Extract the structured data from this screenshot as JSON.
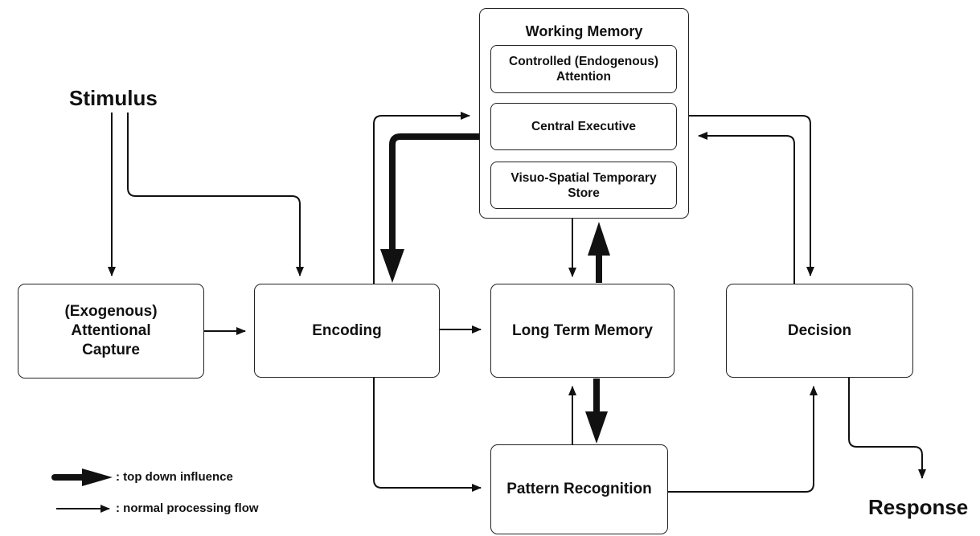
{
  "stimulus": "Stimulus",
  "response": "Response",
  "working_memory": {
    "title": "Working Memory",
    "components": [
      "Controlled (Endogenous) Attention",
      "Central Executive",
      "Visuo-Spatial Temporary Store"
    ]
  },
  "boxes": {
    "attentional_capture": "(Exogenous) Attentional Capture",
    "encoding": "Encoding",
    "long_term_memory": "Long Term Memory",
    "decision": "Decision",
    "pattern_recognition": "Pattern Recognition"
  },
  "legend": {
    "top_down": ": top down influence",
    "normal": ": normal processing flow"
  }
}
